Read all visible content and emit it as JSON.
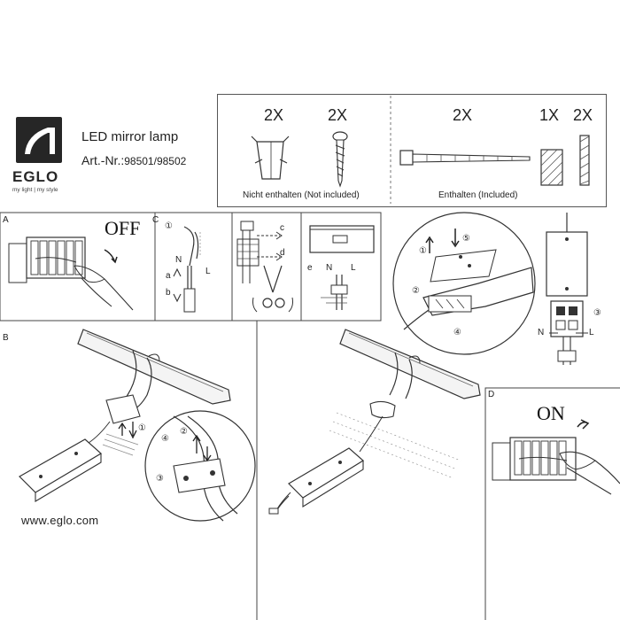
{
  "brand": {
    "name": "EGLO",
    "tagline": "my light | my style"
  },
  "product": {
    "title": "LED mirror lamp",
    "art_label": "Art.-Nr.:",
    "art_number": "98501/98502"
  },
  "parts": {
    "not_included": {
      "caption": "Nicht enthalten (Not included)",
      "qty_dowel": "2X",
      "qty_screw": "2X"
    },
    "included": {
      "caption": "Enthalten (Included)",
      "qty_tie": "2X",
      "qty_pad_a": "1X",
      "qty_pad_b": "2X"
    }
  },
  "steps": {
    "a_label": "A",
    "off_text": "OFF",
    "b_label": "B",
    "c_label": "C",
    "d_label": "D",
    "on_text": "ON"
  },
  "wiring": {
    "label_n": "N",
    "label_l": "L",
    "label_a": "a",
    "label_b": "b",
    "label_c": "c",
    "label_d": "d",
    "label_e": "e",
    "circle_1": "①",
    "circle_2": "②",
    "circle_3": "③",
    "circle_4": "④",
    "circle_5": "⑤"
  },
  "footer": {
    "website": "www.eglo.com"
  }
}
